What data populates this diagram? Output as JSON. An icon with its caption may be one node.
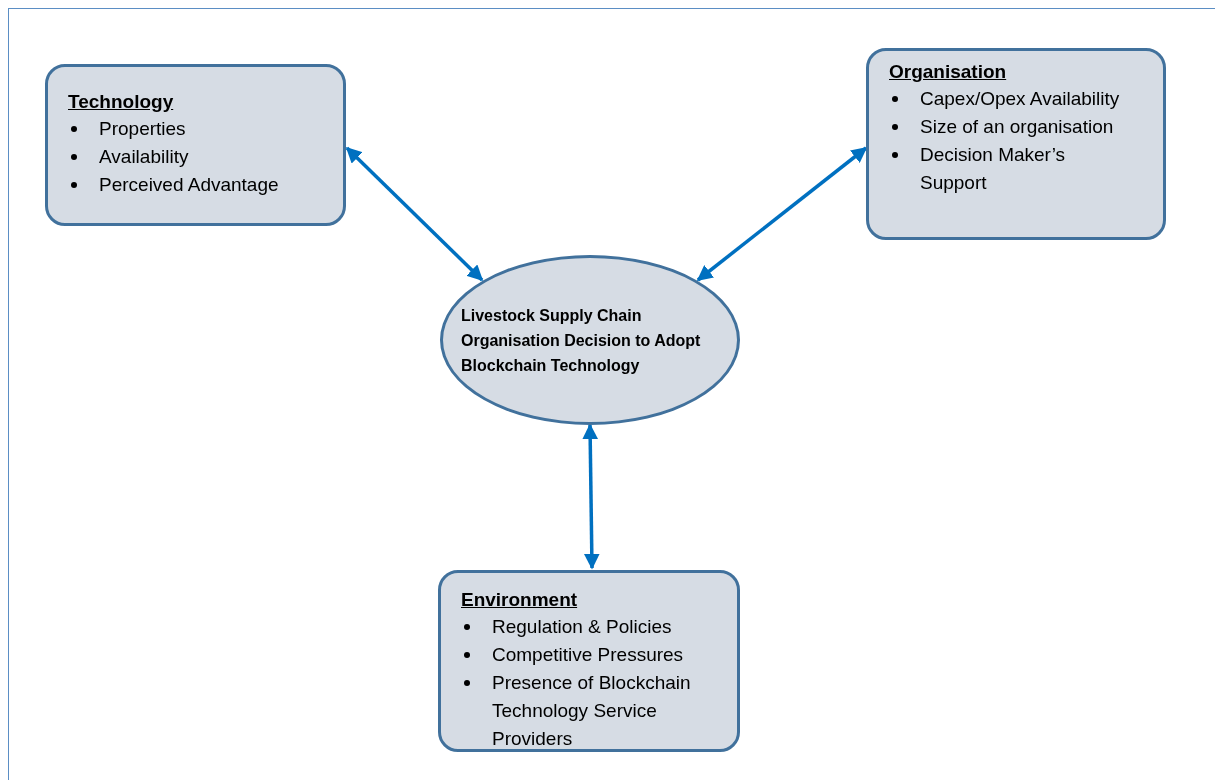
{
  "diagram": {
    "nodes": [
      {
        "text": [
          "Technology",
          "Properties",
          "Availability",
          "Perceived Advantage"
        ]
      },
      {
        "text": [
          "Organisation",
          "Capex/Opex Availability",
          "Size of an organisation",
          "Decision Maker’s Support"
        ]
      },
      {
        "text": [
          "Livestock Supply Chain Organisation Decision to Adopt Blockchain Technology"
        ]
      },
      {
        "text": [
          "Environment",
          "Regulation & Policies",
          "Competitive Pressures",
          "Presence of Blockchain Technology Service Providers"
        ]
      }
    ],
    "edges": [
      {
        "from": 0,
        "to": 2,
        "arrow": "both"
      },
      {
        "from": 1,
        "to": 2,
        "arrow": "both"
      },
      {
        "from": 2,
        "to": 3,
        "arrow": "both"
      }
    ]
  }
}
